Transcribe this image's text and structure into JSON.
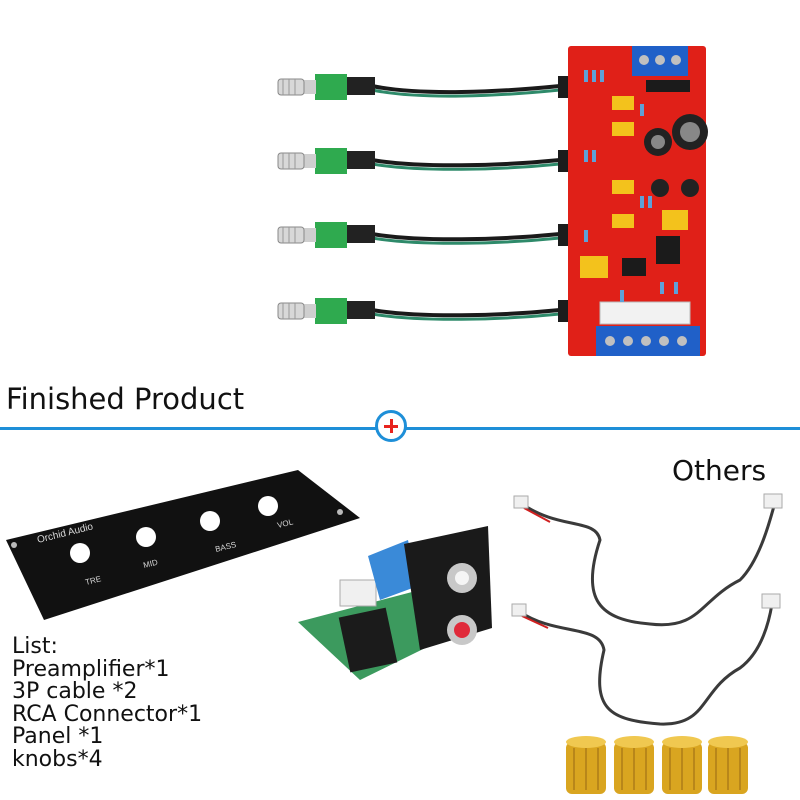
{
  "sections": {
    "finished_label": "Finished Product",
    "others_label": "Others"
  },
  "panel": {
    "brand": "Orchid Audio",
    "labels": [
      "TRE",
      "MID",
      "BASS",
      "VOL"
    ]
  },
  "list": {
    "title": "List:",
    "items": [
      "Preamplifier*1",
      "3P cable *2",
      "RCA Connector*1",
      "Panel *1",
      "knobs*4"
    ]
  },
  "colors": {
    "accent_line": "#1e8fd8",
    "plus": "#e8231e",
    "pcb": "#e02018",
    "panel": "#111111",
    "knob": "#d9a520"
  }
}
